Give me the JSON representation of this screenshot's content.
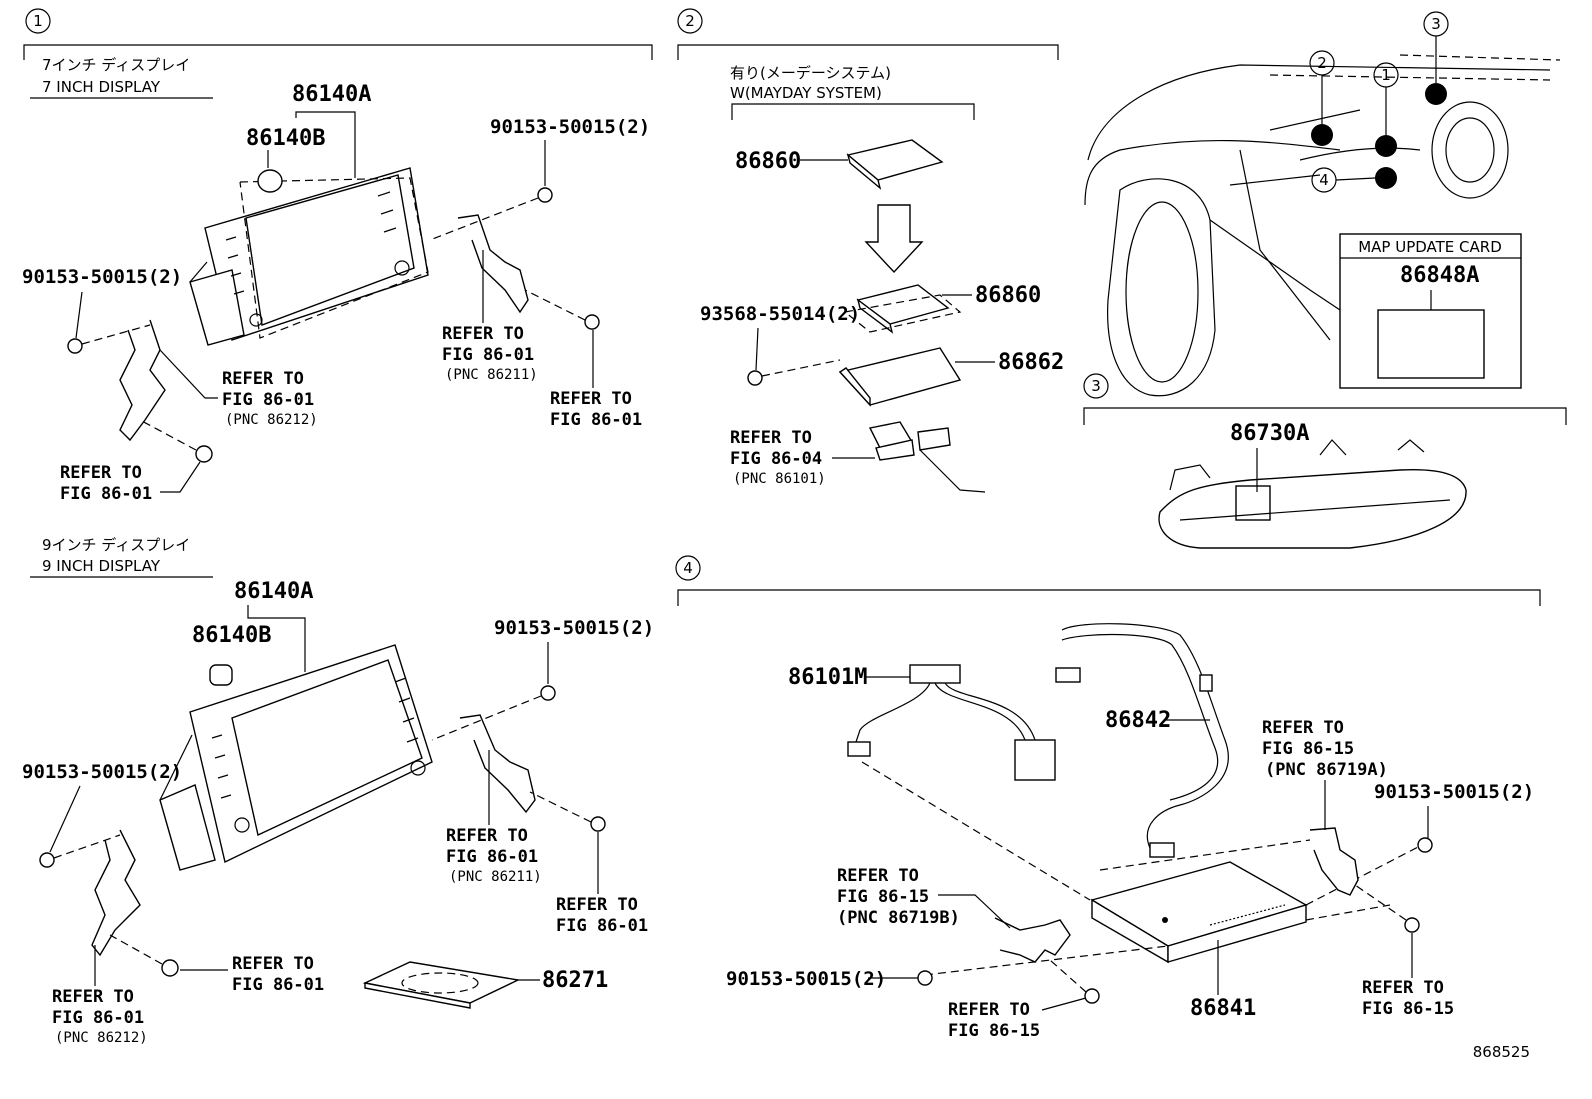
{
  "sections": [
    {
      "num": "1"
    },
    {
      "num": "2"
    },
    {
      "num": "3"
    },
    {
      "num": "4"
    }
  ],
  "car_callouts": [
    "2",
    "1",
    "3",
    "4"
  ],
  "headings": {
    "seven_jp": "7インチ ディスプレイ",
    "seven_en": "7 INCH DISPLAY",
    "nine_jp": "9インチ ディスプレイ",
    "nine_en": "9 INCH DISPLAY",
    "mayday_jp": "有り(メーデーシステム)",
    "mayday_en": "W(MAYDAY SYSTEM)",
    "map_card": "MAP UPDATE CARD"
  },
  "parts": {
    "p86140A_top": "86140A",
    "p86140B_top": "86140B",
    "p86140A_bot": "86140A",
    "p86140B_bot": "86140B",
    "bolt_1a": "90153-50015(2)",
    "bolt_1b": "90153-50015(2)",
    "bolt_1c": "90153-50015(2)",
    "bolt_1d": "90153-50015(2)",
    "bolt_4a": "90153-50015(2)",
    "bolt_4b": "90153-50015(2)",
    "p86860a": "86860",
    "p86860b": "86860",
    "p86862": "86862",
    "p93568": "93568-55014(2)",
    "p86848A": "86848A",
    "p86730A": "86730A",
    "p86101M": "86101M",
    "p86842": "86842",
    "p86841": "86841",
    "p86271": "86271"
  },
  "refs": {
    "refer_to": "REFER TO",
    "fig_86_01": "FIG 86-01",
    "fig_86_04": "FIG 86-04",
    "fig_86_15": "FIG 86-15",
    "pnc_86211": "(PNC 86211)",
    "pnc_86212": "(PNC 86212)",
    "pnc_86101": "(PNC 86101)",
    "pnc_86719A": "(PNC 86719A)",
    "pnc_86719B": "(PNC 86719B)"
  },
  "footer_code": "868525"
}
